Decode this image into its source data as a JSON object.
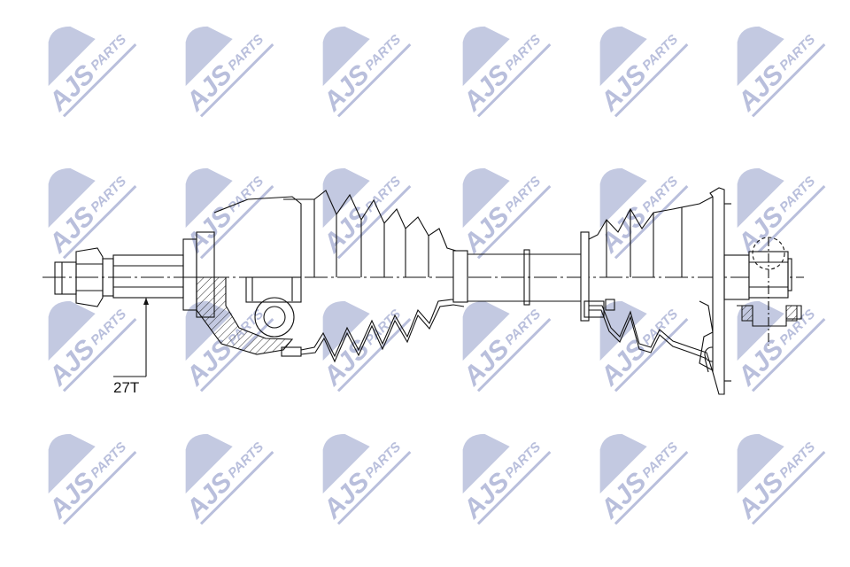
{
  "watermark": {
    "brand": "AJS",
    "suffix": "PARTS",
    "color": "#b9bfdc",
    "rows": 4,
    "cols": 6
  },
  "drawing": {
    "title": "drive shaft technical drawing",
    "spline_label": "27T",
    "line_color": "#111111"
  }
}
